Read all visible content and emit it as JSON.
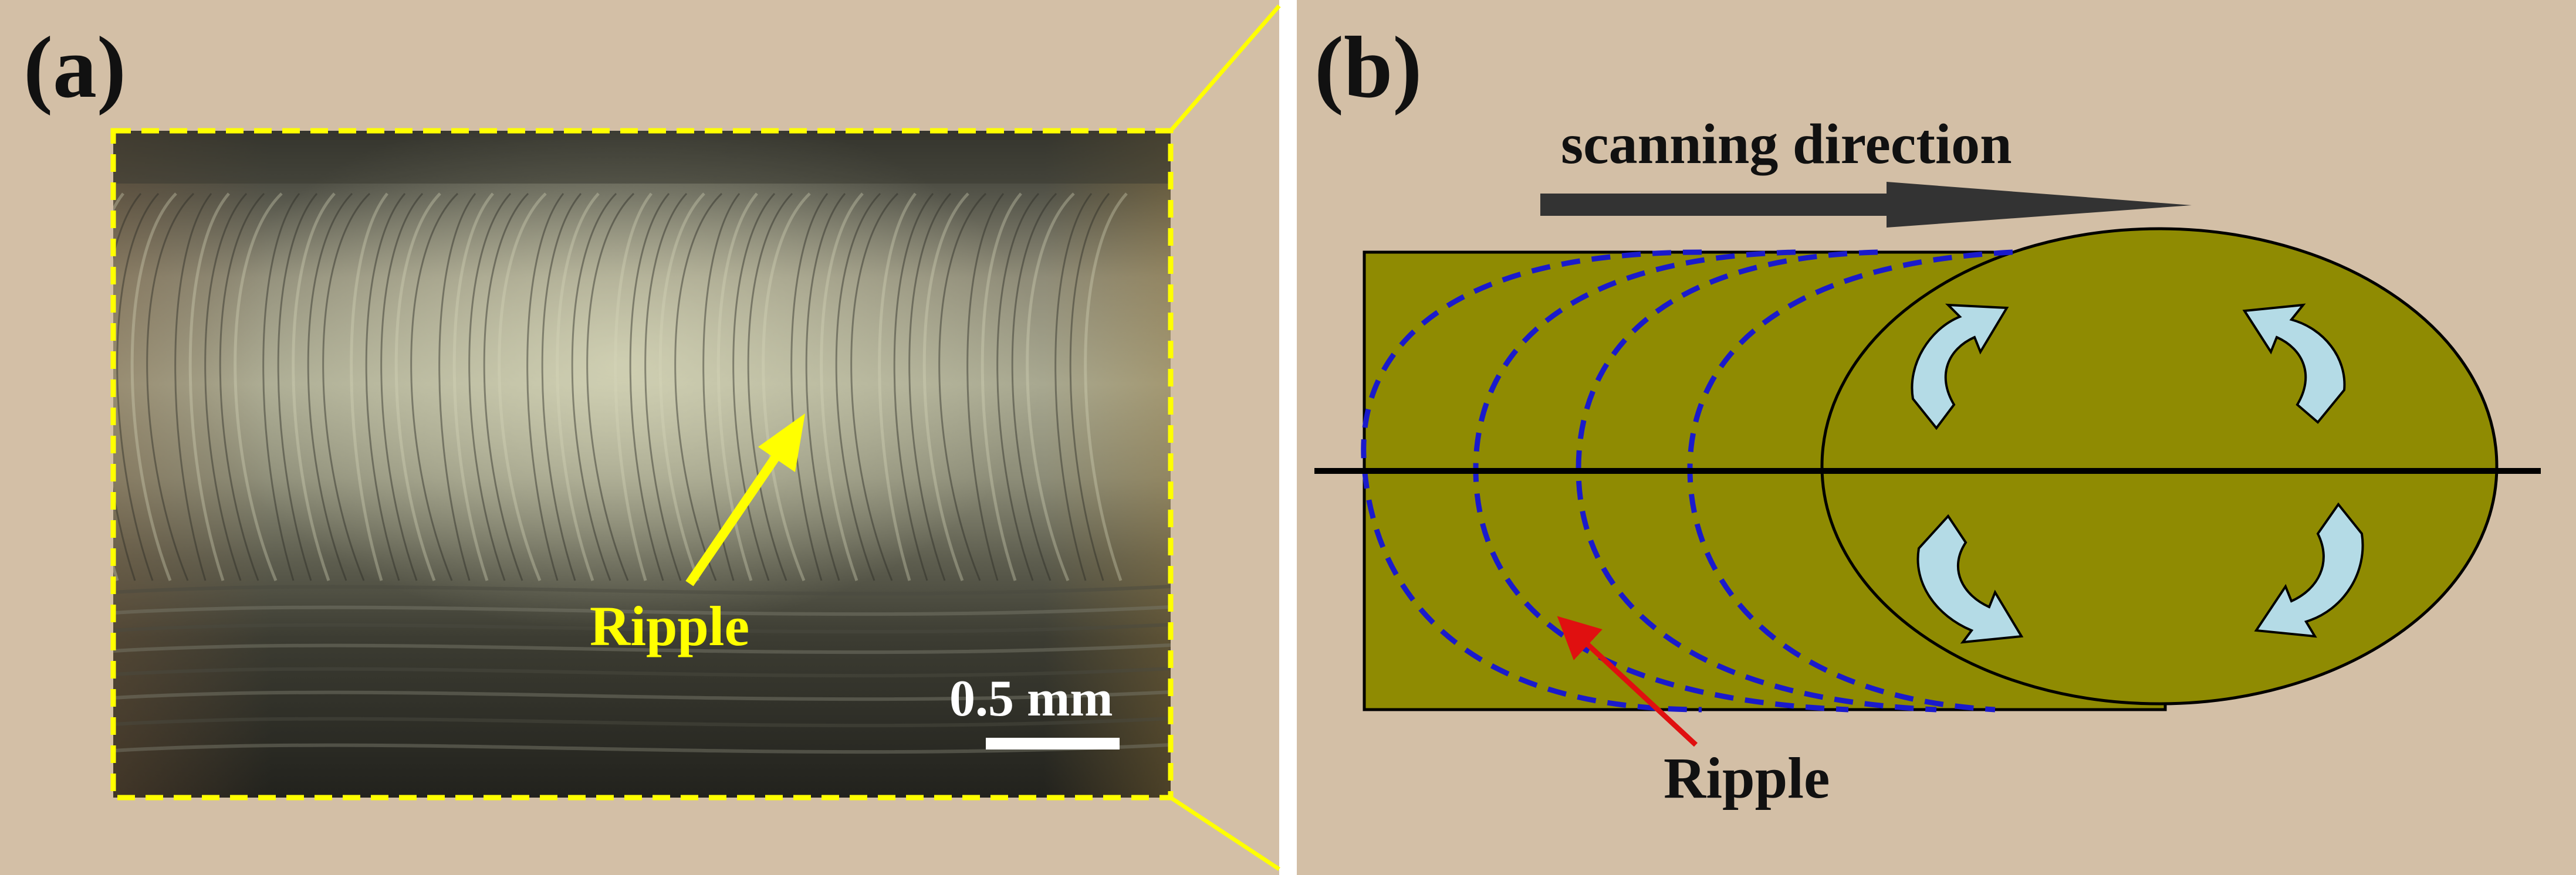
{
  "panel_a": {
    "label": "(a)",
    "annotation": "Ripple",
    "scale_bar_text": "0.5 mm"
  },
  "panel_b": {
    "label": "(b)",
    "direction_text": "scanning direction",
    "annotation": "Ripple"
  },
  "colors": {
    "background": "#d3bfa6",
    "zoom_border": "#ffff00",
    "photo_dark": "#27271f",
    "photo_light": "#b7b79c",
    "weld_fill": "#8f8b02",
    "ripple_line": "#1a1acc",
    "flow_arrow": "#b4dbe6",
    "pointer_red": "#e01010",
    "pointer_yellow": "#ffff00",
    "text_dark": "#111111",
    "direction_arrow": "#333333"
  },
  "icons": {
    "flow_arrows": "curved-arrow-icon",
    "direction": "right-arrow-icon"
  }
}
